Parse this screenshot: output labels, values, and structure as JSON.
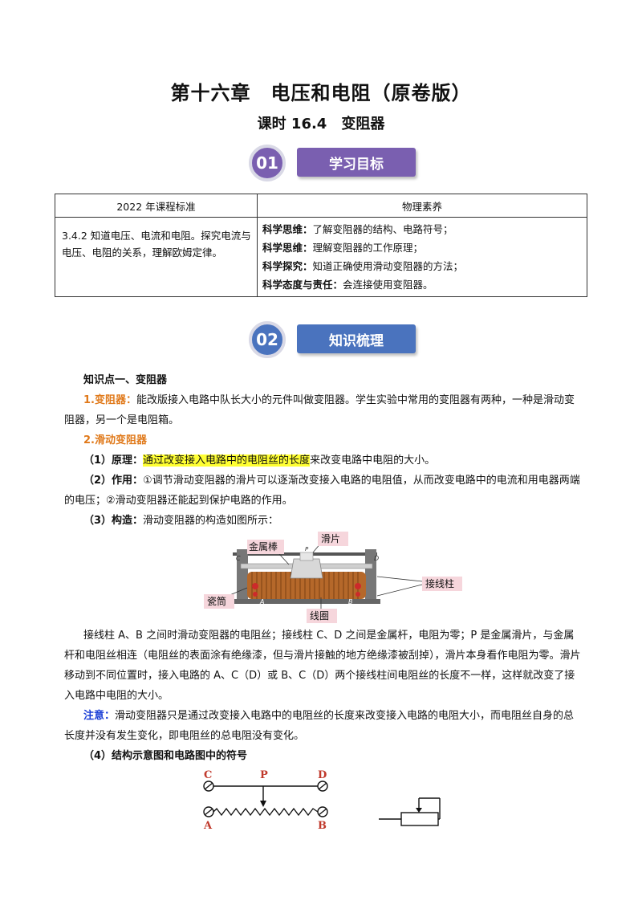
{
  "header": {
    "title": "第十六章　电压和电阻（原卷版）",
    "subtitle": "课时 16.4　变阻器"
  },
  "sections": [
    {
      "number": "01",
      "label": "学习目标",
      "color": "#7a5fb0"
    },
    {
      "number": "02",
      "label": "知识梳理",
      "color": "#4a73be"
    }
  ],
  "standards_table": {
    "col1_header": "2022 年课程标准",
    "col2_header": "物理素养",
    "col1_body": "3.4.2 知道电压、电流和电阻。探究电流与电压、电阻的关系，理解欧姆定律。",
    "rows": [
      {
        "label": "科学思维：",
        "text": "了解变阻器的结构、电路符号；"
      },
      {
        "label": "科学思维：",
        "text": "理解变阻器的工作原理；"
      },
      {
        "label": "科学探究：",
        "text": "知道正确使用滑动变阻器的方法；"
      },
      {
        "label": "科学态度与责任：",
        "text": "会连接使用变阻器。"
      }
    ]
  },
  "knowledge": {
    "point1_title": "知识点一、变阻器",
    "item1_label": "1.变阻器：",
    "item1_text": "能改版接入电路中队长大小的元件叫做变阻器。学生实验中常用的变阻器有两种，一种是滑动变阻器，另一个是电阻箱。",
    "item2_label": "2.滑动变阻器",
    "principle_label": "（1）原理：",
    "principle_highlight": "通过改变接入电路中的电阻丝的长度",
    "principle_rest": "来改变电路中电阻的大小。",
    "function_label": "（2）作用：",
    "function_text": "①调节滑动变阻器的滑片可以逐渐改变接入电路的电阻值，从而改变电路中的电流和用电器两端的电压；②滑动变阻器还能起到保护电路的作用。",
    "structure_label": "（3）构造：",
    "structure_text": "滑动变阻器的构造如图所示：",
    "explain_text": "接线柱 A、B 之间时滑动变阻器的电阻丝；接线柱 C、D 之间是金属杆，电阻为零；P 是金属滑片，与金属杆和电阻丝相连（电阻丝的表面涂有绝缘漆，但与滑片接触的地方绝缘漆被刮掉），滑片本身看作电阻为零。滑片移动到不同位置时，接入电路的 A、C（D）或 B、C（D）两个接线柱间电阻丝的长度不一样，这样就改变了接入电路中电阻的大小。",
    "note_label": "注意：",
    "note_text": "滑动变阻器只是通过改变接入电路中的电阻丝的长度来改变接入电路的电阻大小，而电阻丝自身的总长度并没有发生变化，即电阻丝的总电阻没有变化。",
    "symbol_title": "（4）结构示意图和电路图中的符号"
  },
  "photo_labels": {
    "rod": "金属棒",
    "slider": "滑片",
    "terminal": "接线柱",
    "tube": "瓷筒",
    "coil": "线圈",
    "c": "C",
    "p": "P",
    "d": "D",
    "a": "A",
    "b": "B"
  },
  "schematic_labels": {
    "c": "C",
    "p": "P",
    "d": "D",
    "a": "A",
    "b": "B"
  }
}
